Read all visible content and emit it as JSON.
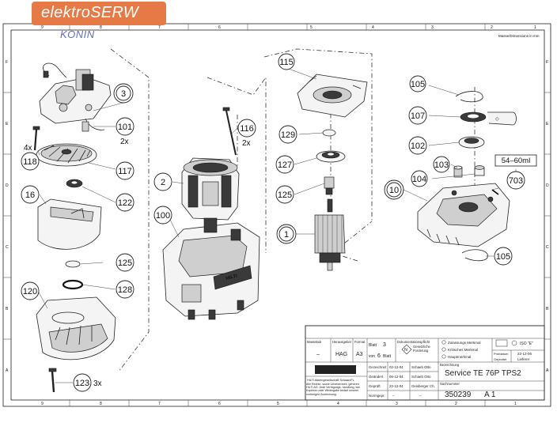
{
  "brand": {
    "watermark": "elektroSERW",
    "city": "KONIN"
  },
  "sheet": {
    "top_right_note": "Masse/Dimensions in mm",
    "col_labels_top": [
      "9",
      "8",
      "7",
      "6",
      "5",
      "4",
      "3",
      "2",
      "1"
    ],
    "col_labels_bottom": [
      "9",
      "8",
      "7",
      "6",
      "5",
      "4",
      "3",
      "2",
      "1"
    ],
    "row_labels": [
      "F",
      "E",
      "D",
      "C",
      "B",
      "A"
    ]
  },
  "callouts": [
    {
      "n": "115"
    },
    {
      "n": "105"
    },
    {
      "n": "3"
    },
    {
      "n": "101"
    },
    {
      "n": "116"
    },
    {
      "n": "129"
    },
    {
      "n": "107"
    },
    {
      "n": "102"
    },
    {
      "n": "118"
    },
    {
      "n": "117"
    },
    {
      "n": "127"
    },
    {
      "n": "103"
    },
    {
      "n": "2"
    },
    {
      "n": "122"
    },
    {
      "n": "125"
    },
    {
      "n": "104"
    },
    {
      "n": "10"
    },
    {
      "n": "16"
    },
    {
      "n": "100"
    },
    {
      "n": "1"
    },
    {
      "n": "125"
    },
    {
      "n": "105"
    },
    {
      "n": "128"
    },
    {
      "n": "120"
    },
    {
      "n": "123"
    }
  ],
  "labels": {
    "qty_101": "2x",
    "qty_116": "2x",
    "qty_118": "4x",
    "qty_123": "3x",
    "grease_amount": "54–60ml",
    "grease_id": "703"
  },
  "title_block": {
    "massstab_label": "Massstab",
    "massstab": "–",
    "herausgeber_label": "Herausgeber",
    "herausgeber": "HAG",
    "format_label": "Format",
    "format": "A3",
    "blatt_label": "Blatt",
    "blatt": "3",
    "von_label": "von",
    "von": "6",
    "blatt_suffix": "Blatt",
    "dok_label": "Dokumentationspflicht",
    "dok_symbol": "N",
    "dok_text": "Gesetzliche Forderung",
    "merkmal1": "Zulassungs Merkmal",
    "merkmal2": "Kritisches Merkmal",
    "merkmal3": "Hauptmerkmal",
    "iso": "ISO \"E\"",
    "pruefdatum_label": "Prüfdatum",
    "pruefdatum": "22-12-06",
    "geplottet_label": "Geplottet",
    "geplottet": "Lieferer",
    "hilti": "HILTI",
    "company": "HILTI Aktiengesellschaft Schaan/FL",
    "legal": "Alle Rechte, sowie Urheberrecht, gehören HILTI AG. Jede Verfügungs- handlung, wie Kopieren oder Weitergabe bedarf unserer vorherigen Zustimmung.",
    "rows": [
      {
        "label": "Gezeichnet",
        "date": "02-12-04",
        "name": "Schaeb Otto"
      },
      {
        "label": "Geändert",
        "date": "06-12-04",
        "name": "Schaeb Otto"
      },
      {
        "label": "Geprüft",
        "date": "22-12-04",
        "name": "Geisberger Ch."
      },
      {
        "label": "Normgepr.",
        "date": "–",
        "name": "–"
      }
    ],
    "bezeichnung_label": "Bezeichnung",
    "bezeichnung": "Service TE 76P TPS2",
    "sachnummer_label": "Sachnummer",
    "sachnummer": "350239",
    "index": "A 1"
  }
}
